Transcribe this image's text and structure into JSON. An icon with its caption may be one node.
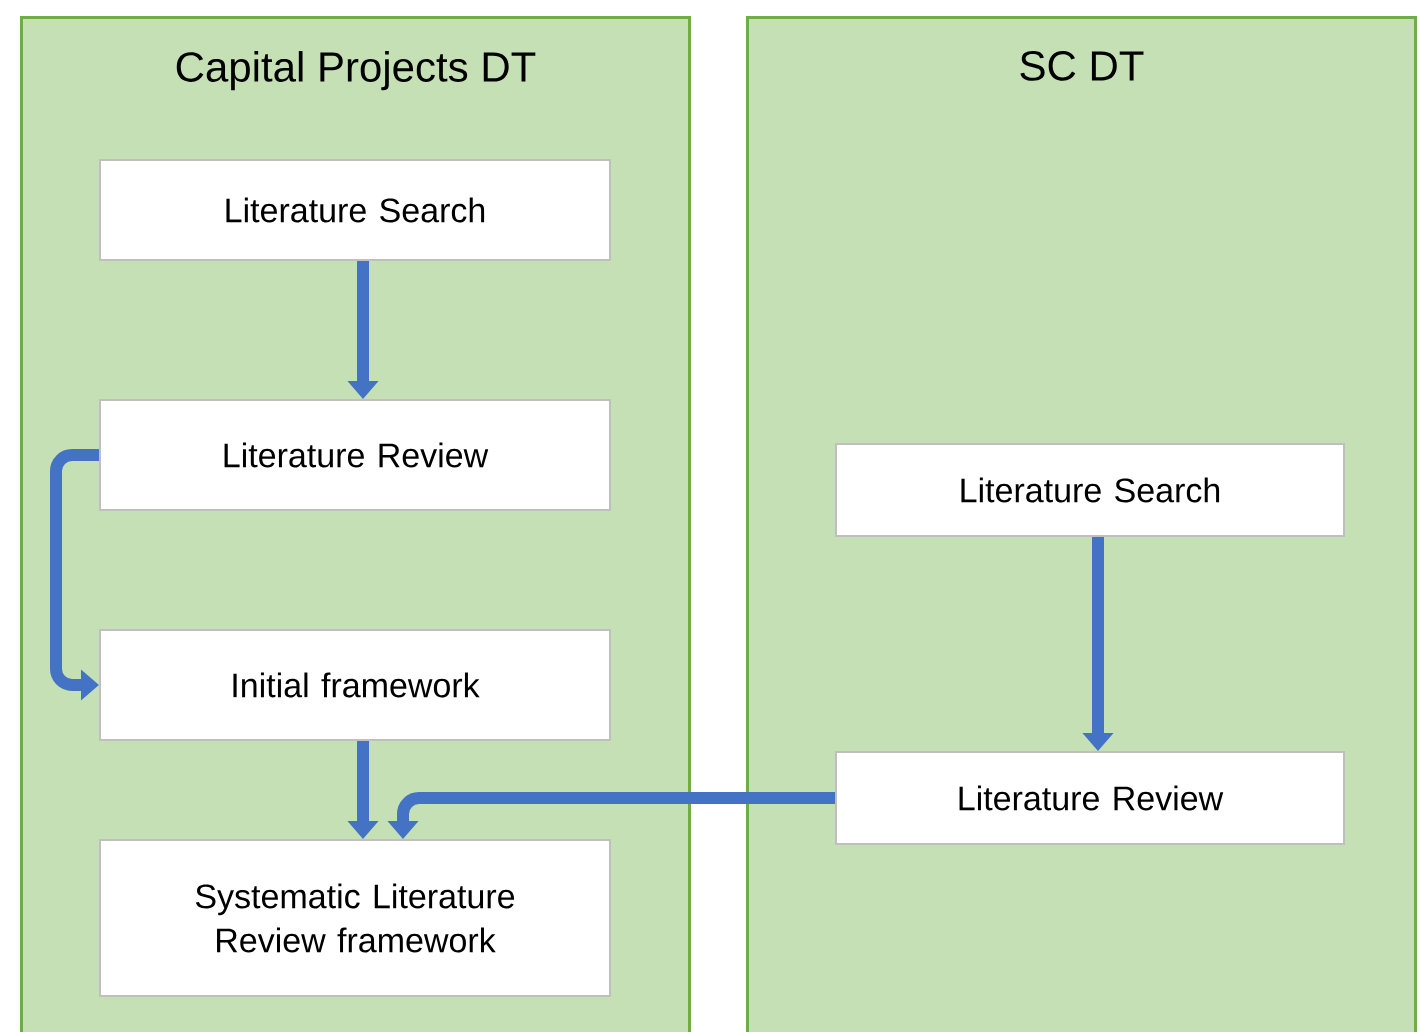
{
  "diagram": {
    "nodes": [
      {
        "text": [
          "Capital Projects DT"
        ]
      },
      {
        "text": [
          "Literature Search"
        ],
        "in": 0
      },
      {
        "text": [
          "Literature Review"
        ],
        "in": 0
      },
      {
        "text": [
          "Initial framework"
        ],
        "in": 0
      },
      {
        "text": [
          "Systematic Literature Review framework"
        ],
        "in": 0
      },
      {
        "text": [
          "SC DT"
        ]
      },
      {
        "text": [
          "Literature Search"
        ],
        "in": 5
      },
      {
        "text": [
          "Literature Review"
        ],
        "in": 5
      }
    ],
    "edges": [
      {
        "from": 1,
        "to": 2,
        "arrow": "to"
      },
      {
        "from": 2,
        "to": 3,
        "arrow": "to"
      },
      {
        "from": 3,
        "to": 4,
        "arrow": "to"
      },
      {
        "from": 6,
        "to": 7,
        "arrow": "to"
      },
      {
        "from": 7,
        "to": 4,
        "arrow": "to"
      }
    ]
  }
}
